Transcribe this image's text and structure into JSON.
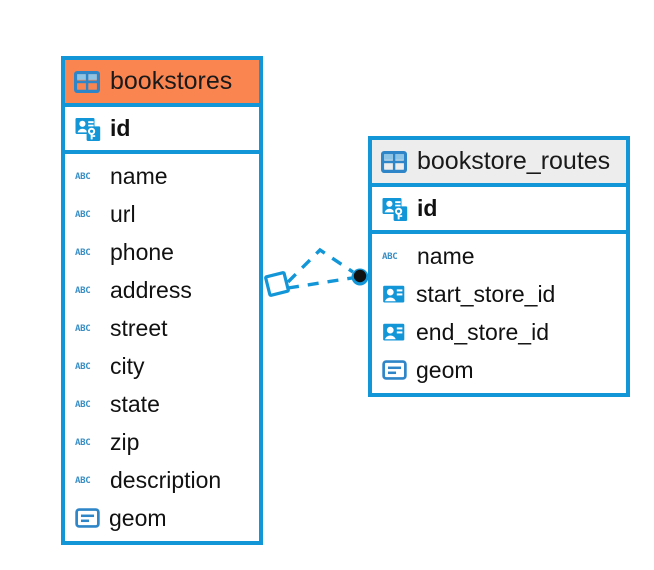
{
  "diagram": {
    "type": "entity-relationship-diagram",
    "background_color": "#ffffff",
    "accent_color": "#1296d8",
    "highlight_color": "#fb8551",
    "header_plain_color": "#ededed"
  },
  "entities": [
    {
      "name": "bookstores",
      "header_style": "accent",
      "table_icon": "table-grid-icon",
      "primary_key": {
        "label": "id",
        "icon": "primary-key-icon"
      },
      "fields": [
        {
          "label": "name",
          "icon": "text-field-icon"
        },
        {
          "label": "url",
          "icon": "text-field-icon"
        },
        {
          "label": "phone",
          "icon": "text-field-icon"
        },
        {
          "label": "address",
          "icon": "text-field-icon"
        },
        {
          "label": "street",
          "icon": "text-field-icon"
        },
        {
          "label": "city",
          "icon": "text-field-icon"
        },
        {
          "label": "state",
          "icon": "text-field-icon"
        },
        {
          "label": "zip",
          "icon": "text-field-icon"
        },
        {
          "label": "description",
          "icon": "text-field-icon"
        },
        {
          "label": "geom",
          "icon": "geometry-field-icon"
        }
      ]
    },
    {
      "name": "bookstore_routes",
      "header_style": "plain",
      "table_icon": "table-grid-icon",
      "primary_key": {
        "label": "id",
        "icon": "primary-key-icon"
      },
      "fields": [
        {
          "label": "name",
          "icon": "text-field-icon"
        },
        {
          "label": "start_store_id",
          "icon": "foreign-key-icon"
        },
        {
          "label": "end_store_id",
          "icon": "foreign-key-icon"
        },
        {
          "label": "geom",
          "icon": "geometry-field-icon"
        }
      ]
    }
  ],
  "relationship": {
    "style": "dashed",
    "color": "#1296d8",
    "source_marker": "diamond-one-marker",
    "target_marker": "filled-circle-many-marker",
    "branches": 2
  }
}
